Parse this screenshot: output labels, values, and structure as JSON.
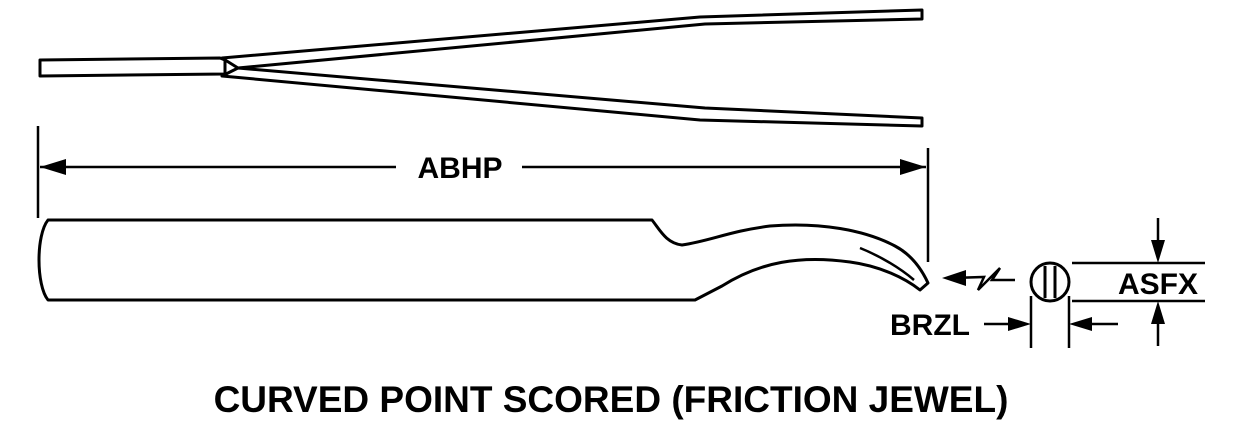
{
  "title": "CURVED POINT SCORED (FRICTION JEWEL)",
  "dimensions": {
    "length": "ABHP",
    "tip_width": "BRZL",
    "tip_height": "ASFX"
  },
  "colors": {
    "ink": "#000000",
    "paper": "#ffffff"
  }
}
